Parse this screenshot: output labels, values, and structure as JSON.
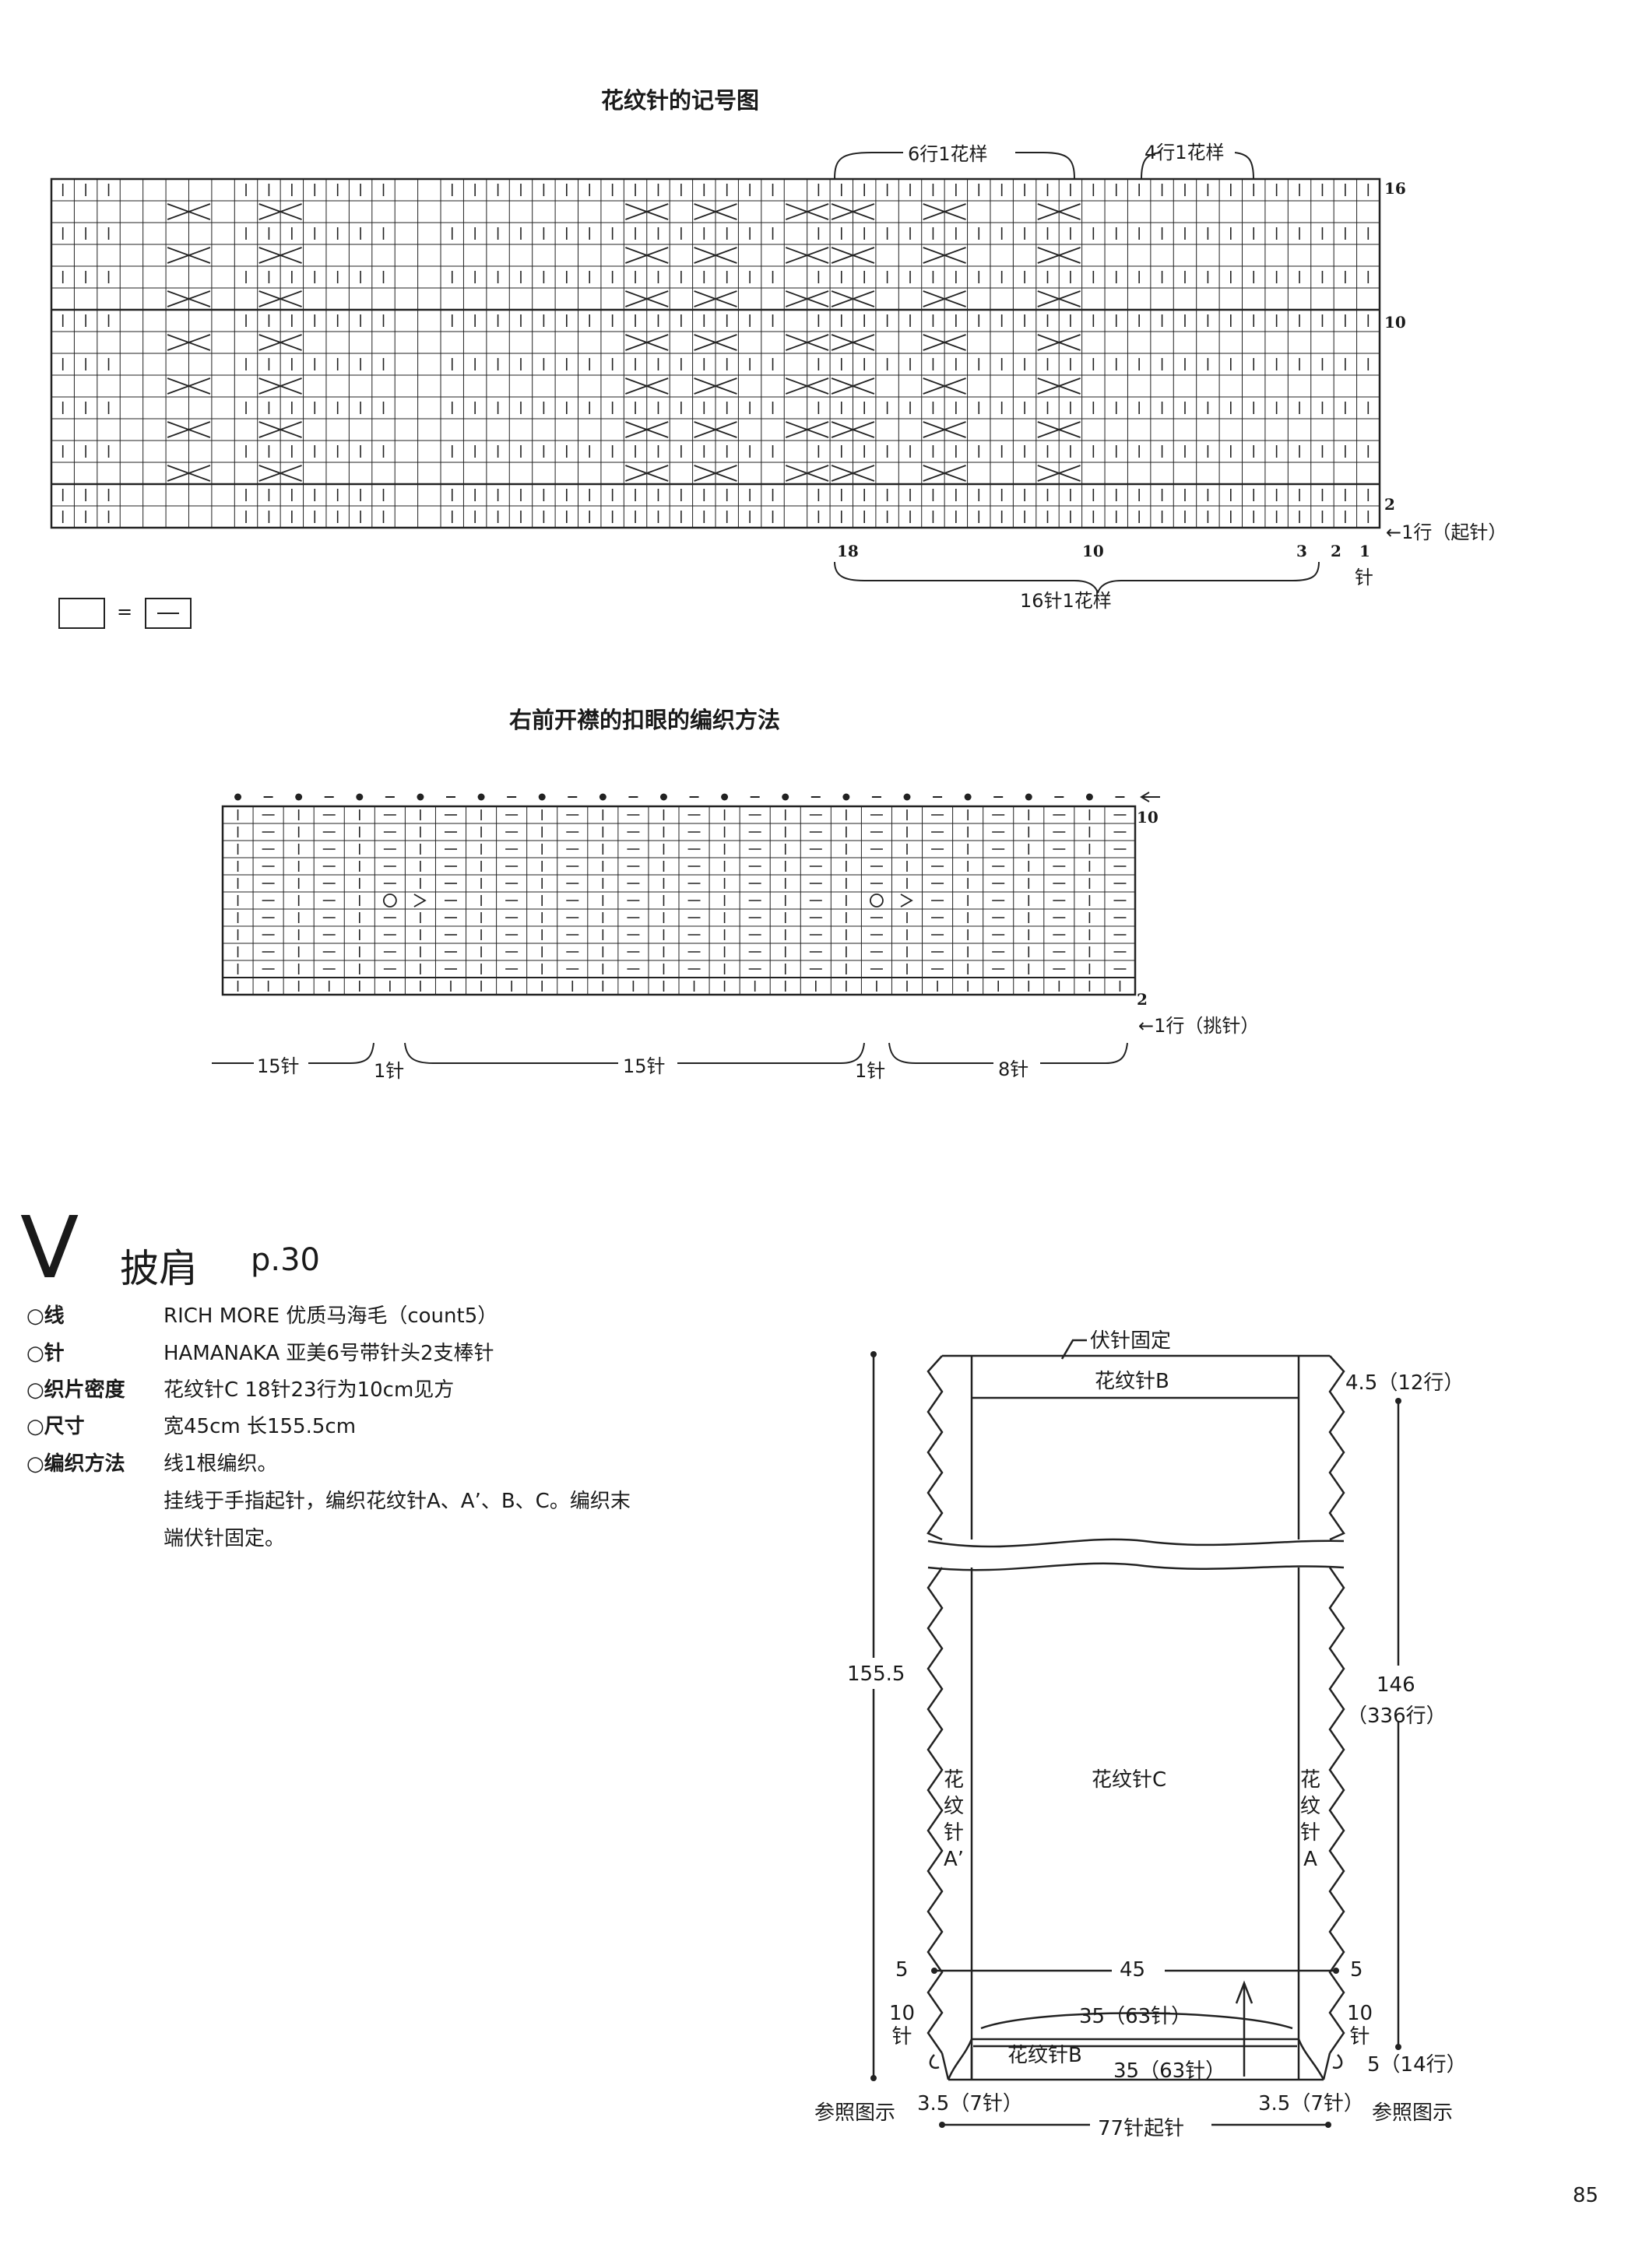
{
  "chart1": {
    "title": "花纹针的记号图",
    "bracket_6": "6行1花样",
    "bracket_4": "4行1花样",
    "row_16": "16",
    "row_10": "10",
    "row_2": "2",
    "row_1": "←1行（起针）",
    "col_18": "18",
    "col_10": "10",
    "col_3": "3",
    "col_2": "2",
    "col_1": "1",
    "col_unit": "针",
    "bottom_bracket": "16针1花样",
    "legend_eq": "="
  },
  "chart2": {
    "title": "右前开襟的扣眼的编织方法",
    "row_10": "10",
    "row_2": "2",
    "row_1": "←1行（挑针）",
    "seg_15a": "15针",
    "seg_1a": "1针",
    "seg_15b": "15针",
    "seg_1b": "1针",
    "seg_8": "8针"
  },
  "project": {
    "letter": "V",
    "name": "披肩",
    "page_ref": "p.30",
    "specs": [
      {
        "key": "○线",
        "value": "RICH MORE 优质马海毛（count5）"
      },
      {
        "key": "○针",
        "value": "HAMANAKA 亚美6号带针头2支棒针"
      },
      {
        "key": "○织片密度",
        "value": "花纹针C  18针23行为10cm见方"
      },
      {
        "key": "○尺寸",
        "value": "宽45cm  长155.5cm"
      },
      {
        "key": "○编织方法",
        "value": "线1根编织。"
      }
    ],
    "method_line2": "挂线于手指起针，编织花纹针A、A’、B、C。编织末",
    "method_line3": "端伏针固定。"
  },
  "schematic": {
    "top_label": "伏针固定",
    "top_band": "花纹针B",
    "top_dim": "4.5（12行）",
    "total_len": "155.5",
    "body_len": "146",
    "body_rows": "（336行）",
    "center": "花纹针C",
    "left_side": [
      "花",
      "纹",
      "针",
      "A’"
    ],
    "right_side": [
      "花",
      "纹",
      "针",
      "A"
    ],
    "width": "45",
    "left_5": "5",
    "left_10": [
      "10",
      "针"
    ],
    "right_5": "5",
    "right_10": [
      "10",
      "针"
    ],
    "inner_top": "35（63针）",
    "bottom_band": "花纹针B",
    "inner_bottom": "35（63针）",
    "right_5_14": "5（14行）",
    "left_ref": "参照图示",
    "right_ref": "参照图示",
    "left_35": "3.5（7针）",
    "right_35": "3.5（7针）",
    "cast_on": "77针起针"
  },
  "page_number": "85"
}
